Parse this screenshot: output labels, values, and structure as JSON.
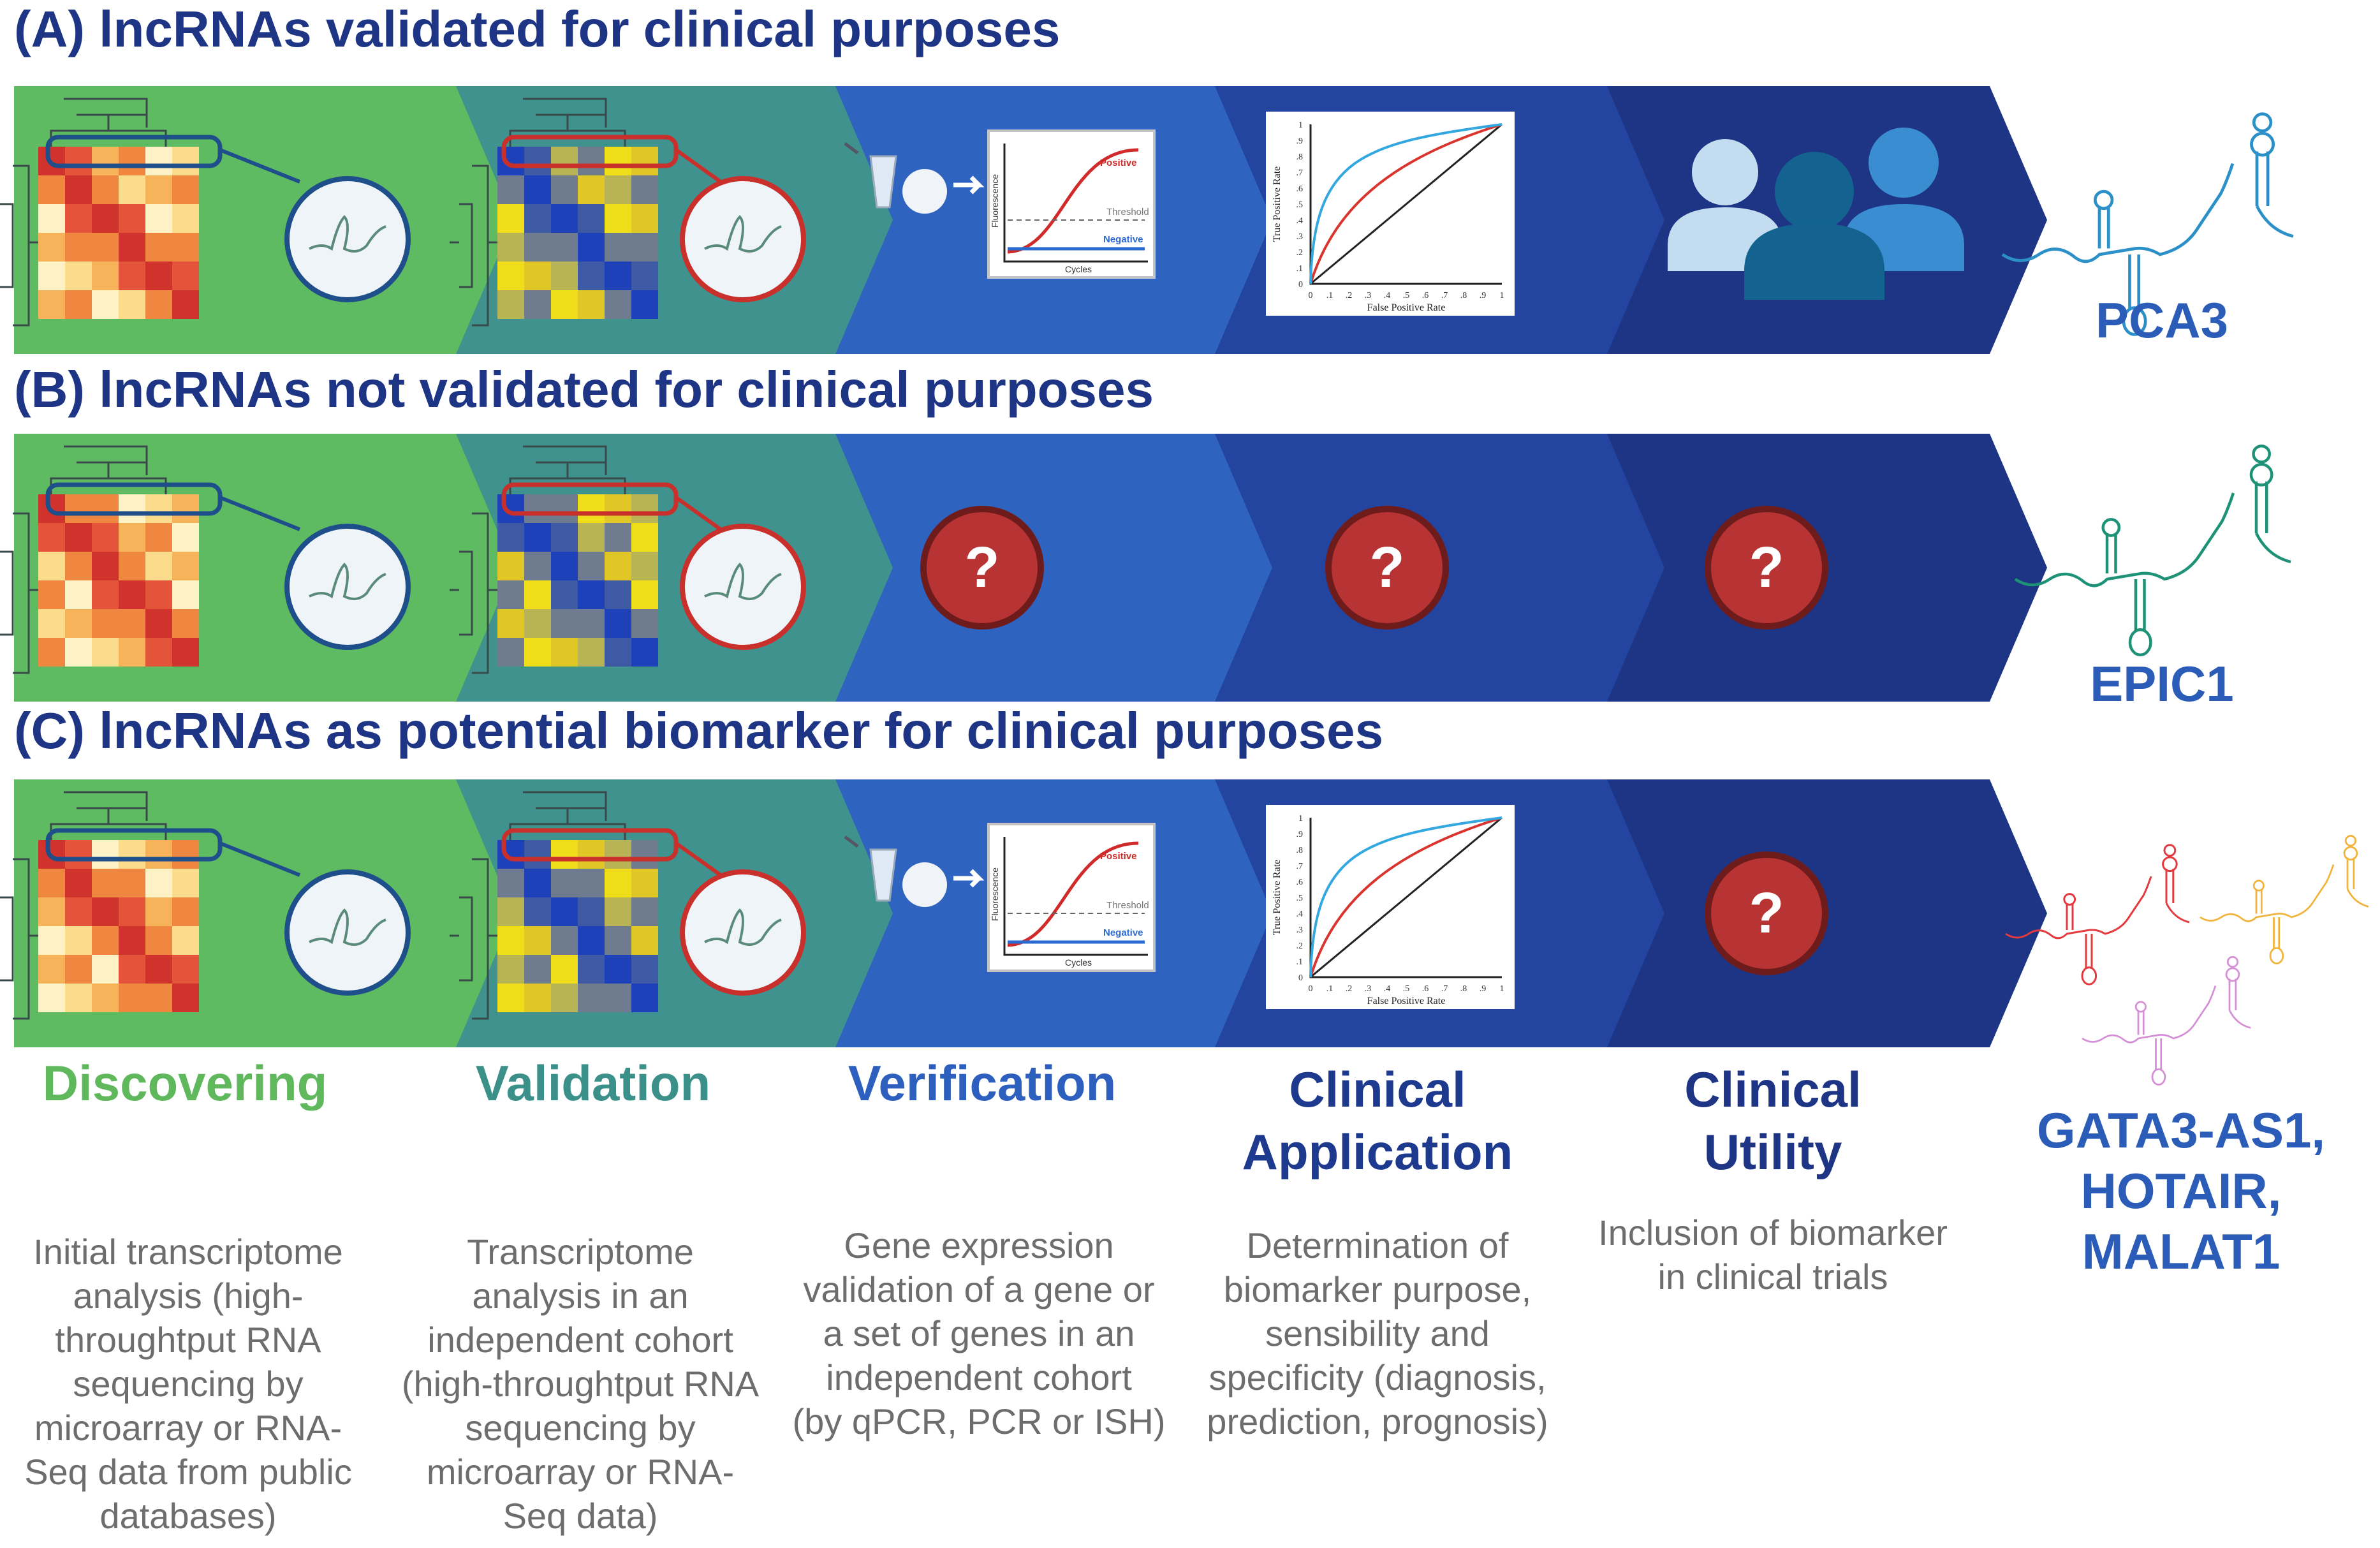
{
  "rows": [
    {
      "id": "A",
      "title": "(A) lncRNAs validated for clinical purposes",
      "lncrna": "PCA3",
      "rna_color": "#2c90c8",
      "verification": "qpcr",
      "application": "roc",
      "utility": "people"
    },
    {
      "id": "B",
      "title": "(B) lncRNAs not validated for clinical purposes",
      "lncrna": "EPIC1",
      "rna_color": "#1e9277",
      "verification": "unknown",
      "application": "unknown",
      "utility": "unknown"
    },
    {
      "id": "C",
      "title": "(C) lncRNAs as potential biomarker for clinical purposes",
      "lncrna": "GATA3-AS1,\nHOTAIR,\nMALAT1",
      "rna_colors": [
        "#e23a3f",
        "#f2b33a",
        "#d58fd6"
      ],
      "verification": "qpcr",
      "application": "roc",
      "utility": "unknown"
    }
  ],
  "stages": [
    {
      "title": "Discovering",
      "color": "#5fb85c",
      "band": "#5fbb62",
      "desc": [
        "Initial transcriptome",
        "analysis (high-",
        "throughtput RNA",
        "sequencing by",
        "microarray or RNA-",
        "Seq data from public",
        "databases)"
      ]
    },
    {
      "title": "Validation",
      "color": "#3b9189",
      "band": "#3f928d",
      "desc": [
        "Transcriptome",
        "analysis in an",
        "independent cohort",
        "(high-throughtput RNA",
        "sequencing by",
        "microarray or RNA-",
        "Seq data)"
      ]
    },
    {
      "title": "Verification",
      "color": "#2c5fbe",
      "band": "#2e63c0",
      "desc": [
        "Gene expression",
        "validation of a gene or",
        "a set of genes in an",
        "independent cohort",
        "(by qPCR, PCR or ISH)"
      ]
    },
    {
      "title": "Clinical\nApplication",
      "color": "#1e3a8e",
      "band": "#23449f",
      "desc": [
        "Determination of",
        "biomarker purpose,",
        "sensibility and",
        "specificity (diagnosis,",
        "prediction, prognosis)"
      ]
    },
    {
      "title": "Clinical\nUtility",
      "color": "#1e3585",
      "band": "#1d3584",
      "desc": [
        "Inclusion of biomarker",
        "in clinical trials"
      ]
    }
  ],
  "qpcr": {
    "positive": "Positive",
    "threshold": "Threshold",
    "negative": "Negative",
    "x_label": "Cycles",
    "y_label": "Fluorescence"
  },
  "roc": {
    "x_label": "False Positive Rate",
    "y_label": "True Positive Rate",
    "ticks": [
      "0",
      ".1",
      ".2",
      ".3",
      ".4",
      ".5",
      ".6",
      ".7",
      ".8",
      ".9",
      "1"
    ]
  },
  "question_mark": "?",
  "colors": {
    "title": "#1e3585",
    "desc": "#6d6d6d",
    "lncrna_label": "#2a5cb8",
    "question_fill": "#b83434",
    "question_ring": "#6e1b1b"
  }
}
